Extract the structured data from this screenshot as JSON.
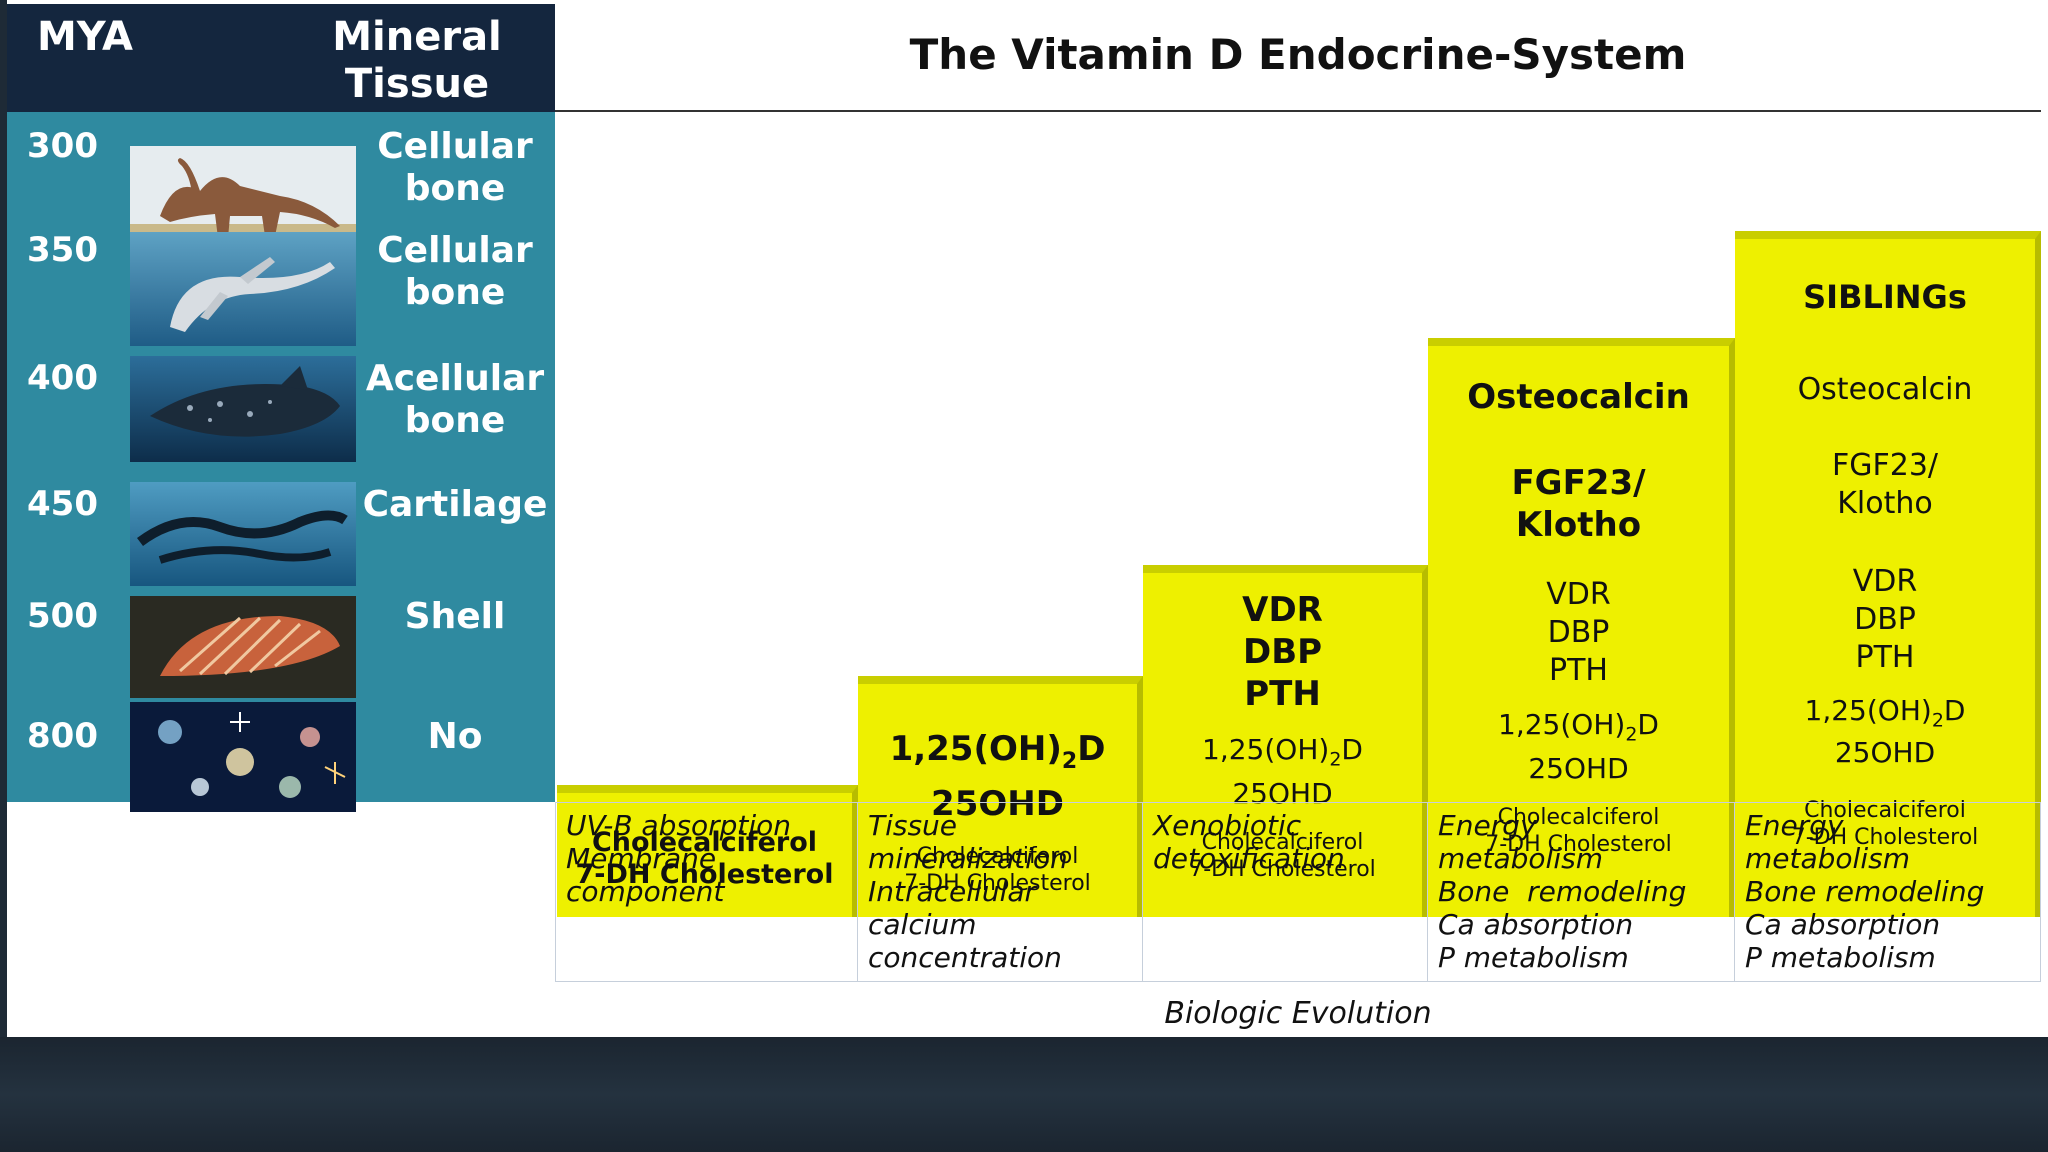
{
  "header": {
    "mya": "MYA",
    "mineral": "Mineral Tissue"
  },
  "eras": [
    {
      "mya": "300",
      "tissue": "Cellular bone",
      "image": "dinosaur-illustration"
    },
    {
      "mya": "350",
      "tissue": "Cellular bone",
      "image": "plesiosaur-illustration"
    },
    {
      "mya": "400",
      "tissue": "Acellular bone",
      "image": "coelacanth-illustration"
    },
    {
      "mya": "450",
      "tissue": "Cartilage",
      "image": "eel-illustration"
    },
    {
      "mya": "500",
      "tissue": "Shell",
      "image": "scallop-shell-illustration"
    },
    {
      "mya": "800",
      "tissue": "No",
      "image": "plankton-illustration"
    }
  ],
  "title": "The Vitamin D Endocrine-System",
  "columns": [
    {
      "head": [
        "SIBLINGs"
      ],
      "lines": [
        "Osteocalcin",
        "FGF23/",
        "Klotho",
        "VDR",
        "DBP",
        "PTH",
        "1,25(OH)2D",
        "25OHD",
        "Cholecalciferol",
        "7-DH Cholesterol"
      ]
    },
    {
      "head": [
        "Osteocalcin",
        "FGF23/",
        "Klotho"
      ],
      "lines": [
        "VDR",
        "DBP",
        "PTH",
        "1,25(OH)2D",
        "25OHD",
        "Cholecalciferol",
        "7-DH Cholesterol"
      ]
    },
    {
      "head": [
        "VDR",
        "DBP",
        "PTH"
      ],
      "lines": [
        "1,25(OH)2D",
        "25OHD",
        "Cholecalciferol",
        "7-DH Cholesterol"
      ]
    },
    {
      "head": [
        "1,25(OH)2D",
        "25OHD"
      ],
      "lines": [
        "Cholecalciferol",
        "7-DH Cholesterol"
      ]
    },
    {
      "head": [
        "Cholecalciferol",
        "7-DH Cholesterol"
      ],
      "lines": []
    }
  ],
  "descriptions": [
    [
      "UV-B absorption",
      "Membrane",
      "component"
    ],
    [
      "Tissue",
      "mineralization",
      "Intracellular",
      "calcium",
      "concentration"
    ],
    [
      "Xenobiotic",
      "detoxification"
    ],
    [
      "Energy",
      "metabolism",
      "Bone  remodeling",
      "Ca absorption",
      "P metabolism"
    ],
    [
      "Energy",
      "metabolism",
      "Bone remodeling",
      "Ca absorption",
      "P metabolism"
    ]
  ],
  "footer": "Biologic Evolution",
  "colors": {
    "navy": "#14263e",
    "teal": "#2f8aa0",
    "yellow": "#eef000"
  }
}
